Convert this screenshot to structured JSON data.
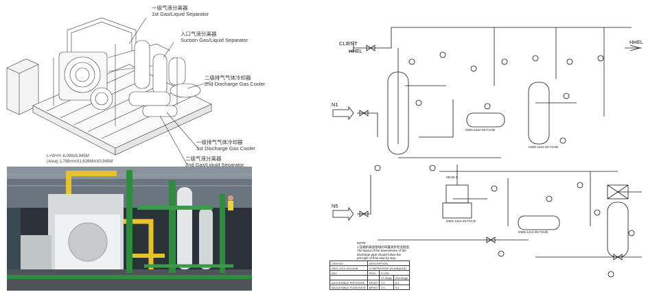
{
  "iso_drawing": {
    "callouts": [
      {
        "zh": "一级气液分离器",
        "en": "1st Gas/Liquid Separator"
      },
      {
        "zh": "入口气液分离器",
        "en": "Suction Gas/Liquid Separator"
      },
      {
        "zh": "二级排气气体冷却器",
        "en": "2nd Discharge Gas Cooler"
      },
      {
        "zh": "一级排气气体冷却器",
        "en": "1st Discharge Gas Cooler"
      },
      {
        "zh": "二级气液分离器",
        "en": "2nd Gas/Liquid Separator"
      }
    ],
    "dimension_text": [
      "L×W×H: 6,098x5,945M",
      "(Area) 1,798mmX1,628MmX0,945M"
    ]
  },
  "pid": {
    "left_labels": {
      "client": "CLIENT",
      "hhel_left": "HHEL",
      "n1": "N1",
      "n5": "N5"
    },
    "right_labels": {
      "hhel_right": "HHEL"
    },
    "equipment_tags": [
      "HEAD 1",
      "G501-1212-45-T4A B",
      "G501-1212-45-T3A/B",
      "G501-1212-45-T2A/B",
      "G501-1212-45-T1A/B"
    ],
    "notes": {
      "heading": "NOTE:",
      "line1": "1.压缩机排放管线的布置请参考流程图",
      "line2": "The layout of the downstream of the",
      "line3": "discharge pipe should follow the",
      "line4": "principle of flow step by step."
    },
    "table": {
      "header": [
        "ITEM NO.",
        "DESCRIPTION"
      ],
      "rows": [
        [
          "G501-1212-45-K1A/B",
          "COMPRESSOR (K1A/B)(K1B)"
        ],
        [
          "ADJ",
          "PSIG",
          "FLOW"
        ],
        [
          "",
          "LT Stage",
          "2nd Stage"
        ],
        [
          "ADJUSTABLE PRESSURE",
          "MPa/G",
          "2.5",
          "6.4"
        ],
        [
          "ADJUSTABLE FLOW RATE",
          "MPa/G",
          "2.6",
          "5.4"
        ]
      ]
    }
  },
  "colors": {
    "photo_green": "#2e8b3e",
    "photo_yellow": "#e8c22a",
    "line": "#111111"
  }
}
